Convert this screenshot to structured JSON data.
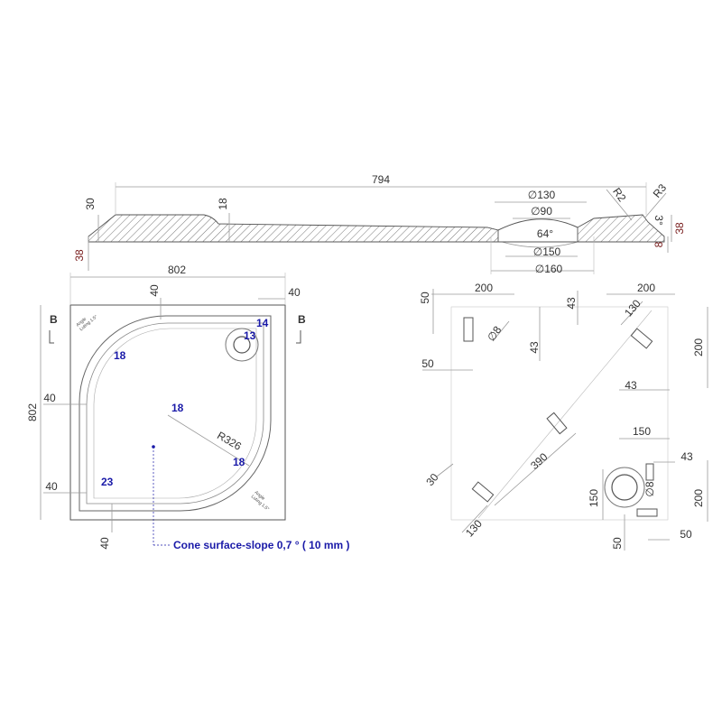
{
  "section": {
    "overall_length": "794",
    "rim_height": "30",
    "total_height_left": "38",
    "inner_step": "18",
    "drain_outer": "∅130",
    "drain_inner": "∅90",
    "cone_angle": "64°",
    "drain_bottom_outer": "∅150",
    "drain_bottom_width": "∅160",
    "edge_radius_1": "R2",
    "edge_radius_2": "R3",
    "edge_angle": "3°",
    "total_height_right": "38",
    "base_step": "8"
  },
  "plan": {
    "width": "802",
    "height": "802",
    "top_offset": "40",
    "top_right_offset": "40",
    "left_offset": "40",
    "left_bottom_offset": "40",
    "bottom_offset": "40",
    "radius": "R326",
    "section_mark_left": "B",
    "section_mark_right": "B",
    "angle_note_top": [
      "Angle",
      "Luting 1.5°"
    ],
    "angle_note_bottom": [
      "Angle",
      "Luting 1.5°"
    ],
    "thickness_labels": {
      "top_left": "18",
      "corner": "14",
      "drain": "13",
      "center": "18",
      "lower_right": "18",
      "lower_left": "23"
    },
    "cone_note": "Cone surface-slope  0,7 °  ( 10 mm )"
  },
  "underside": {
    "top_left_200": "200",
    "top_right_200": "200",
    "left_50_top": "50",
    "left_50_mid": "50",
    "foot_hole": "∅8",
    "foot_43_a": "43",
    "foot_43_b": "43",
    "diag_130_top": "130",
    "right_200": "200",
    "right_43": "43",
    "diag_390": "390",
    "drain_150_h": "150",
    "drain_43": "43",
    "drain_hole": "∅8",
    "left_30": "30",
    "diag_130_bottom": "130",
    "drain_150_v": "150",
    "right_200_bottom": "200",
    "bottom_50_left": "50",
    "bottom_50_right": "50"
  }
}
